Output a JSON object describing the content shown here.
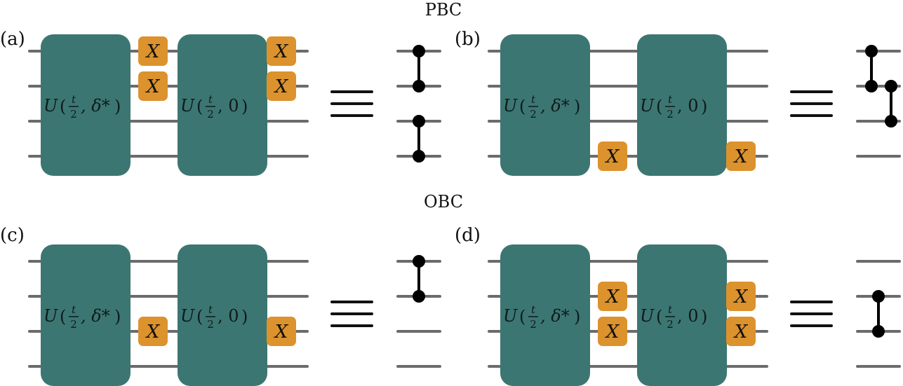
{
  "colors": {
    "wire": "#6b6b6b",
    "unitary_block": "#3c7672",
    "x_gate": "#dc922d",
    "dot": "#000000"
  },
  "sections": [
    {
      "title": "PBC"
    },
    {
      "title": "OBC"
    }
  ],
  "gate_label": "X",
  "panels": [
    {
      "label": "(a)",
      "u1": {
        "name": "U",
        "frac_num": "t",
        "frac_den": "2",
        "param": "δ*"
      },
      "u2": {
        "name": "U",
        "frac_num": "t",
        "frac_den": "2",
        "param": "0"
      },
      "x_after_u1_wires": [
        0,
        1
      ],
      "x_after_u2_wires": [
        0,
        1
      ],
      "cz_pairs": [
        [
          0,
          1
        ],
        [
          2,
          3
        ]
      ]
    },
    {
      "label": "(b)",
      "u1": {
        "name": "U",
        "frac_num": "t",
        "frac_den": "2",
        "param": "δ*"
      },
      "u2": {
        "name": "U",
        "frac_num": "t",
        "frac_den": "2",
        "param": "0"
      },
      "x_after_u1_wires": [
        3
      ],
      "x_after_u2_wires": [
        3
      ],
      "cz_pairs": [
        [
          0,
          1
        ],
        [
          1,
          2
        ]
      ]
    },
    {
      "label": "(c)",
      "u1": {
        "name": "U",
        "frac_num": "t",
        "frac_den": "2",
        "param": "δ*"
      },
      "u2": {
        "name": "U",
        "frac_num": "t",
        "frac_den": "2",
        "param": "0"
      },
      "x_after_u1_wires": [
        2
      ],
      "x_after_u2_wires": [
        2
      ],
      "cz_pairs": [
        [
          0,
          1
        ]
      ]
    },
    {
      "label": "(d)",
      "u1": {
        "name": "U",
        "frac_num": "t",
        "frac_den": "2",
        "param": "δ*"
      },
      "u2": {
        "name": "U",
        "frac_num": "t",
        "frac_den": "2",
        "param": "0"
      },
      "x_after_u1_wires": [
        1,
        2
      ],
      "x_after_u2_wires": [
        1,
        2
      ],
      "cz_pairs": [
        [
          1,
          2
        ]
      ]
    }
  ]
}
